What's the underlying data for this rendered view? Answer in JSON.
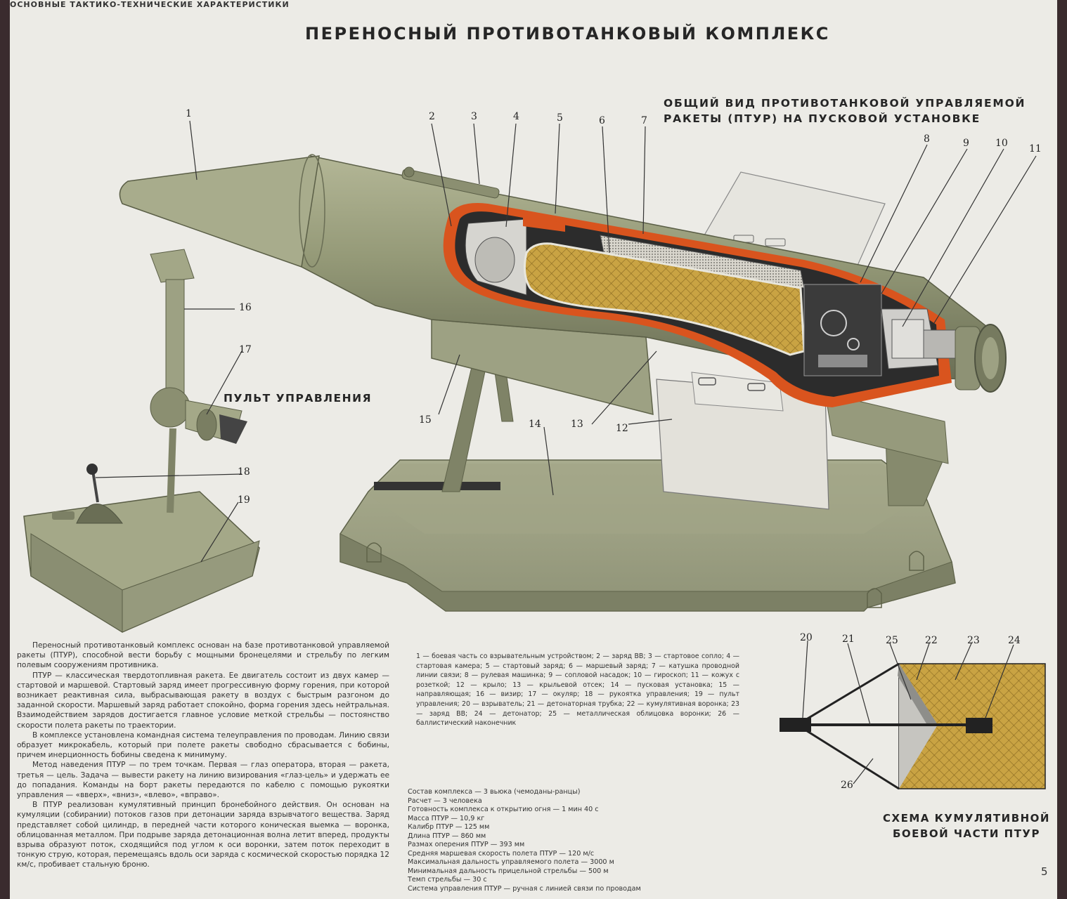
{
  "poster": {
    "title": "ПЕРЕНОСНЫЙ ПРОТИВОТАНКОВЫЙ КОМПЛЕКС",
    "general_view_title": [
      "ОБЩИЙ ВИД ПРОТИВОТАНКОВОЙ УПРАВЛЯЕМОЙ",
      "РАКЕТЫ (ПТУР) НА ПУСКОВОЙ УСТАНОВКЕ"
    ],
    "control_panel_title": "ПУЛЬТ УПРАВЛЕНИЯ",
    "warhead_scheme_title": [
      "СХЕМА КУМУЛЯТИВНОЙ",
      "БОЕВОЙ ЧАСТИ ПТУР"
    ],
    "specs_title": "ОСНОВНЫЕ ТАКТИКО-ТЕХНИЧЕСКИЕ ХАРАКТЕРИСТИКИ",
    "page_number": "5"
  },
  "callouts": {
    "n1": "1",
    "n2": "2",
    "n3": "3",
    "n4": "4",
    "n5": "5",
    "n6": "6",
    "n7": "7",
    "n8": "8",
    "n9": "9",
    "n10": "10",
    "n11": "11",
    "n12": "12",
    "n13": "13",
    "n14": "14",
    "n15": "15",
    "n16": "16",
    "n17": "17",
    "n18": "18",
    "n19": "19",
    "n20": "20",
    "n21": "21",
    "n22": "22",
    "n23": "23",
    "n24": "24",
    "n25": "25",
    "n26": "26"
  },
  "description": [
    "Переносный противотанковый комплекс основан на базе противотанковой управляемой ракеты (ПТУР), способной вести борьбу с мощными бронецелями и стрельбу по легким полевым сооружениям противника.",
    "ПТУР — классическая твердотопливная ракета. Ее двигатель состоит из двух камер — стартовой и маршевой. Стартовый заряд имеет прогрессивную форму горения, при которой возникает реактивная сила, выбрасывающая ракету в воздух с быстрым разгоном до заданной скорости. Маршевый заряд работает спокойно, форма горения здесь нейтральная. Взаимодействием зарядов достигается главное условие меткой стрельбы — постоянство скорости полета ракеты по траектории.",
    "В комплексе установлена командная система телеуправления по проводам. Линию связи образует микрокабель, который при полете ракеты свободно сбрасывается с бобины, причем инерционность бобины сведена к минимуму.",
    "Метод наведения ПТУР — по трем точкам. Первая — глаз оператора, вторая — ракета, третья — цель. Задача — вывести ракету на линию визирования «глаз-цель» и удержать ее до попадания. Команды на борт ракеты передаются по кабелю с помощью рукоятки управления — «вверх», «вниз», «влево», «вправо».",
    "В ПТУР реализован кумулятивный принцип бронебойного действия. Он основан на кумуляции (собирании) потоков газов при детонации заряда взрывчатого вещества. Заряд представляет собой цилиндр, в передней части которого коническая выемка — воронка, облицованная металлом. При подрыве заряда детонационная волна летит вперед, продукты взрыва образуют поток, сходящийся под углом к оси воронки, затем поток переходит в тонкую струю, которая, перемещаясь вдоль оси заряда с космической скоростью порядка 12 км/с, пробивает стальную броню."
  ],
  "legend": "1 — боевая часть со взрывательным устройством; 2 — заряд ВВ; 3 — стартовое сопло; 4 — стартовая камера; 5 — стартовый заряд; 6 — маршевый заряд; 7 — катушка проводной линии связи; 8 — рулевая машинка; 9 — сопловой насадок; 10 — гироскоп; 11 — кожух с розеткой; 12 — крыло; 13 — крыльевой отсек; 14 — пусковая установка; 15 — направляющая; 16 — визир; 17 — окуляр; 18 — рукоятка управления; 19 — пульт управления; 20 — взрыватель; 21 — детонаторная трубка; 22 — кумулятивная воронка; 23 — заряд ВВ; 24 — детонатор; 25 — металлическая облицовка воронки; 26 — баллистический наконечник",
  "specs": [
    "Состав комплекса — 3 вьюка (чемоданы-ранцы)",
    "Расчет — 3 человека",
    "Готовность комплекса к открытию огня — 1 мин 40 с",
    "Масса ПТУР — 10,9 кг",
    "Калибр ПТУР — 125 мм",
    "Длина ПТУР — 860 мм",
    "Размах оперения ПТУР — 393 мм",
    "Средняя маршевая скорость полета ПТУР — 120 м/с",
    "Максимальная дальность управляемого полета — 3000 м",
    "Минимальная дальность прицельной стрельбы — 500 м",
    "Темп стрельбы — 30 с",
    "Система управления ПТУР — ручная с линией связи по проводам"
  ],
  "colors": {
    "olive": "#8f9473",
    "olive_dark": "#6e7258",
    "cutaway_red": "#d9541e",
    "charge_yellow": "#c9a343",
    "paper": "#ecebe6"
  }
}
